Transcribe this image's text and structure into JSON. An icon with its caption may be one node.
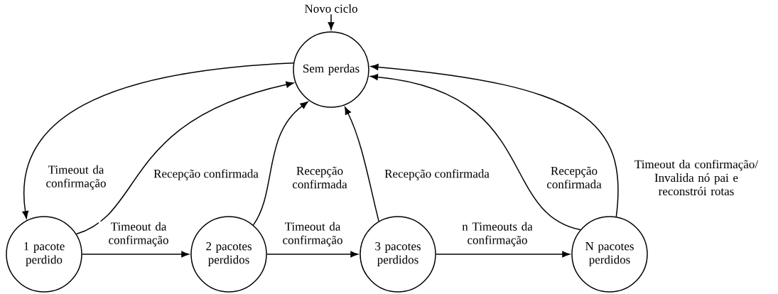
{
  "diagram": {
    "nodes": [
      {
        "text": [
          "Novo ciclo"
        ]
      },
      {
        "text": [
          "Sem perdas"
        ]
      },
      {
        "text": [
          "1 pacote perdido"
        ]
      },
      {
        "text": [
          "2 pacotes perdidos"
        ]
      },
      {
        "text": [
          "3 pacotes perdidos"
        ]
      },
      {
        "text": [
          "N pacotes perdidos"
        ]
      }
    ],
    "edges": [
      {
        "from": 0,
        "to": 1,
        "arrow": "to"
      },
      {
        "from": 1,
        "to": 2,
        "arrow": "to",
        "label": "Timeout da confirmação"
      },
      {
        "from": 2,
        "to": 1,
        "arrow": "to",
        "label": "Recepção confirmada"
      },
      {
        "from": 2,
        "to": 3,
        "arrow": "to",
        "label": "Timeout da confirmação"
      },
      {
        "from": 3,
        "to": 1,
        "arrow": "to",
        "label": "Recepção confirmada"
      },
      {
        "from": 3,
        "to": 4,
        "arrow": "to",
        "label": "Timeout da confirmação"
      },
      {
        "from": 4,
        "to": 1,
        "arrow": "to",
        "label": "Recepção confirmada"
      },
      {
        "from": 4,
        "to": 5,
        "arrow": "to",
        "label": "n Timeouts da confirmação"
      },
      {
        "from": 5,
        "to": 1,
        "arrow": "to",
        "label": "Recepção confirmada"
      },
      {
        "from": 5,
        "to": 1,
        "arrow": "to",
        "label": "Timeout da confirmação/ Invalida nó pai e reconstrói rotas"
      }
    ]
  }
}
